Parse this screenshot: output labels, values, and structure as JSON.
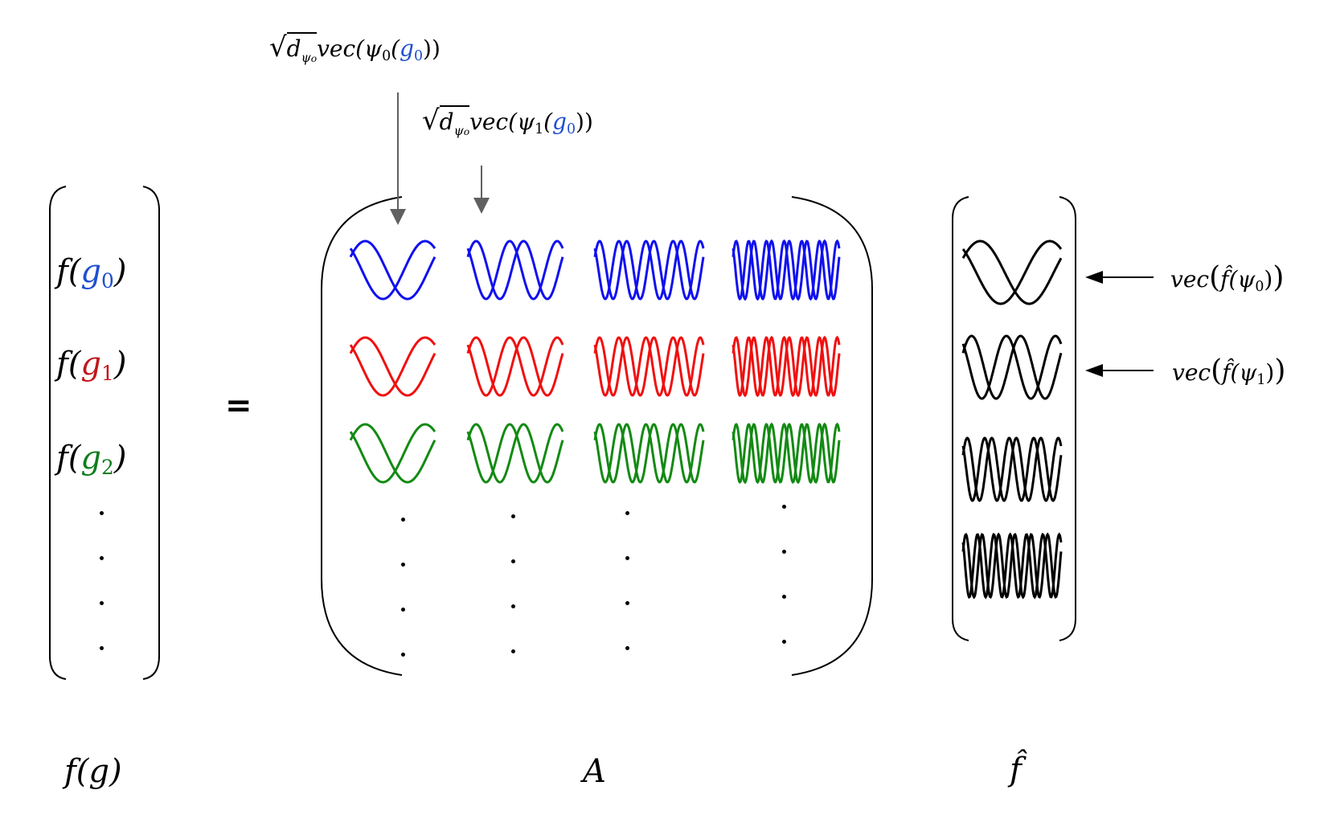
{
  "vector_f": {
    "rows": [
      {
        "func": "f",
        "arg": "g",
        "index": "0",
        "color": "#1f4fd0"
      },
      {
        "func": "f",
        "arg": "g",
        "index": "1",
        "color": "#c0171d"
      },
      {
        "func": "f",
        "arg": "g",
        "index": "2",
        "color": "#0f7d1c"
      }
    ],
    "caption": "f(g)"
  },
  "equals": "=",
  "matrix_A": {
    "caption": "A",
    "row_colors": [
      "#1010f0",
      "#f01010",
      "#138a13"
    ],
    "column_frequencies": [
      1,
      2,
      4,
      6
    ],
    "top_label_0": {
      "sqrt_base": "d",
      "sqrt_sub": "ψ",
      "sqrt_subsub": "o",
      "text": "vec(ψ",
      "psi_index": "0",
      "g": "g",
      "g_index": "0",
      "close": "))",
      "g_color": "#1f4fd0"
    },
    "top_label_1": {
      "sqrt_base": "d",
      "sqrt_sub": "ψ",
      "sqrt_subsub": "o",
      "text": "vec(ψ",
      "psi_index": "1",
      "g": "g",
      "g_index": "0",
      "close": "))",
      "g_color": "#1f4fd0"
    }
  },
  "vector_fhat": {
    "caption": "f̂",
    "color": "#000000",
    "label_0": {
      "prefix": "vec",
      "inner": "f̂(ψ",
      "index": "0",
      "close": ")"
    },
    "label_1": {
      "prefix": "vec",
      "inner": "f̂(ψ",
      "index": "1",
      "close": ")"
    }
  }
}
